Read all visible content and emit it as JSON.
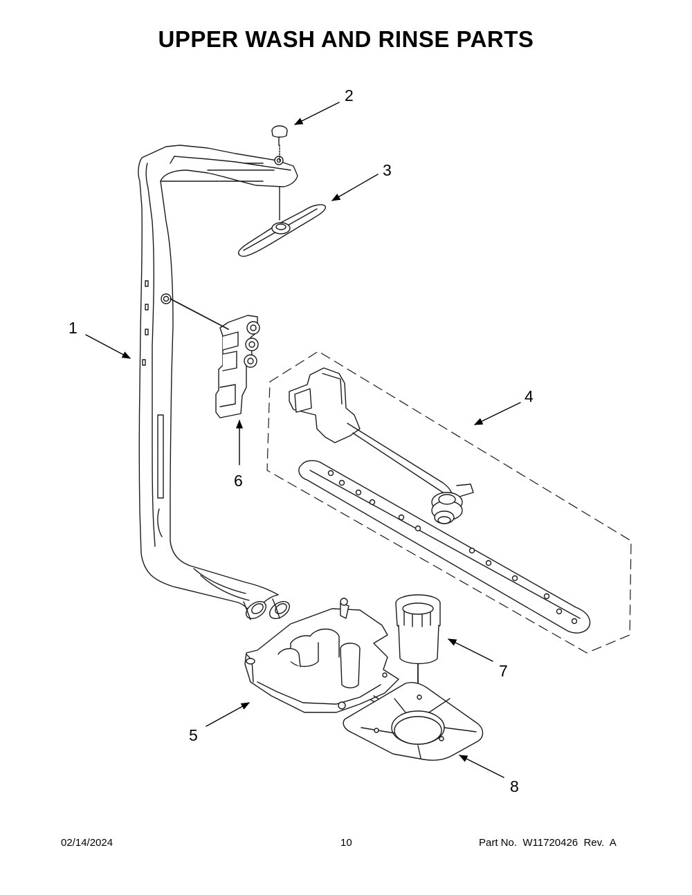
{
  "page": {
    "title": "UPPER WASH AND RINSE PARTS"
  },
  "callouts": [
    {
      "number": "1",
      "part": "upper-supply-tube"
    },
    {
      "number": "2",
      "part": "cap"
    },
    {
      "number": "3",
      "part": "spray-arm"
    },
    {
      "number": "4",
      "part": "lower-spray-arm-assembly"
    },
    {
      "number": "5",
      "part": "sump-manifold"
    },
    {
      "number": "6",
      "part": "diverter-bracket"
    },
    {
      "number": "7",
      "part": "filter"
    },
    {
      "number": "8",
      "part": "filter-plate"
    }
  ],
  "footer": {
    "date": "02/14/2024",
    "page_number": "10",
    "part_number": "Part No.  W11720426  Rev.  A"
  }
}
